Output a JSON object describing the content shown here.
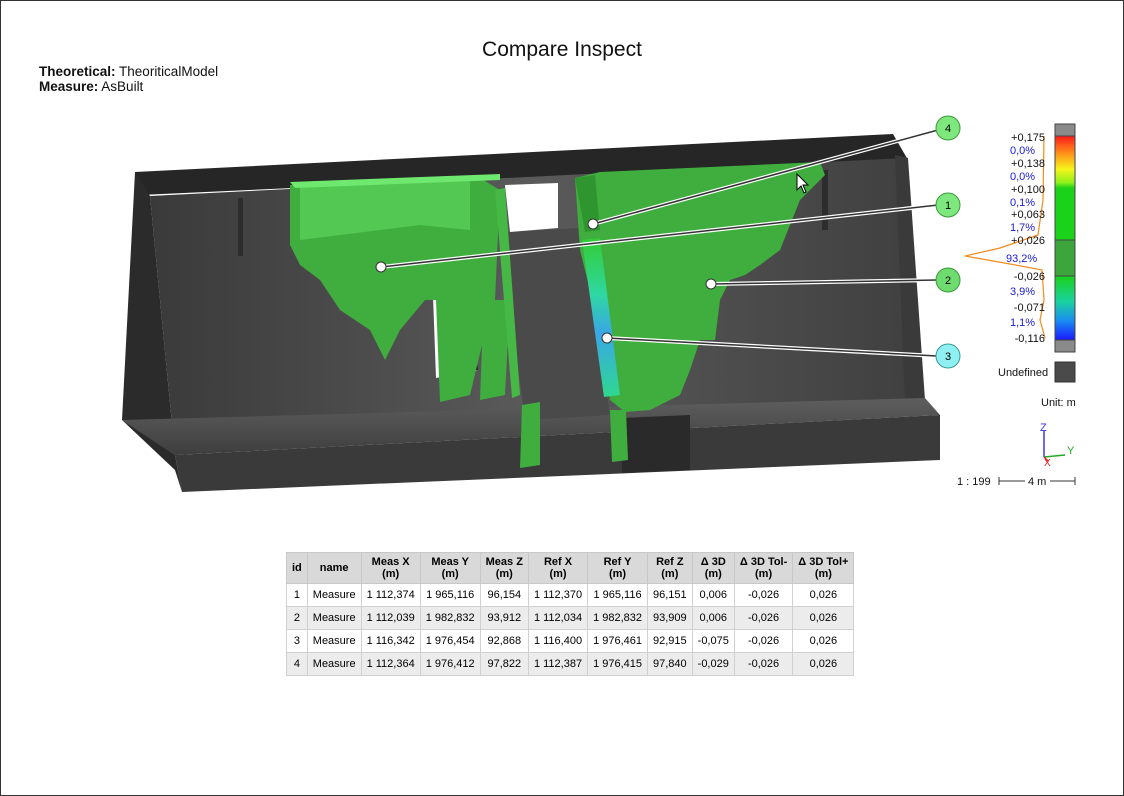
{
  "report": {
    "title": "Compare Inspect",
    "theoretical_label": "Theoretical:",
    "theoretical_value": "TheoriticalModel",
    "measure_label": "Measure:",
    "measure_value": "AsBuilt"
  },
  "legend": {
    "ticks": [
      "+0,175",
      "+0,138",
      "+0,100",
      "+0,063",
      "+0,026",
      "-0,026",
      "-0,071",
      "-0,116"
    ],
    "percents": [
      "0,0%",
      "0,0%",
      "0,1%",
      "1,7%",
      "93,2%",
      "3,9%",
      "1,1%"
    ],
    "undefined_label": "Undefined",
    "unit_label": "Unit: m",
    "colors": {
      "undefined": "#4a4a4a",
      "band": "#3ca53c",
      "histogram": "#f08c1e",
      "percent_text": "#1a1ad2"
    }
  },
  "axes": {
    "z": "Z",
    "y": "Y",
    "x": "X"
  },
  "scale": {
    "ratio": "1 : 199",
    "length": "4 m"
  },
  "markers": [
    {
      "id": "1",
      "color": "#7ee87e"
    },
    {
      "id": "2",
      "color": "#6fdc6f"
    },
    {
      "id": "3",
      "color": "#8ef0f0"
    },
    {
      "id": "4",
      "color": "#7ee87e"
    }
  ],
  "table": {
    "headers": [
      [
        "id",
        ""
      ],
      [
        "name",
        ""
      ],
      [
        "Meas X",
        "(m)"
      ],
      [
        "Meas Y",
        "(m)"
      ],
      [
        "Meas Z",
        "(m)"
      ],
      [
        "Ref X",
        "(m)"
      ],
      [
        "Ref Y",
        "(m)"
      ],
      [
        "Ref Z",
        "(m)"
      ],
      [
        "Δ 3D",
        "(m)"
      ],
      [
        "Δ 3D Tol-",
        "(m)"
      ],
      [
        "Δ 3D Tol+",
        "(m)"
      ]
    ],
    "rows": [
      [
        "1",
        "Measure",
        "1 112,374",
        "1 965,116",
        "96,154",
        "1 112,370",
        "1 965,116",
        "96,151",
        "0,006",
        "-0,026",
        "0,026"
      ],
      [
        "2",
        "Measure",
        "1 112,039",
        "1 982,832",
        "93,912",
        "1 112,034",
        "1 982,832",
        "93,909",
        "0,006",
        "-0,026",
        "0,026"
      ],
      [
        "3",
        "Measure",
        "1 116,342",
        "1 976,454",
        "92,868",
        "1 116,400",
        "1 976,461",
        "92,915",
        "-0,075",
        "-0,026",
        "0,026"
      ],
      [
        "4",
        "Measure",
        "1 112,364",
        "1 976,412",
        "97,822",
        "1 112,387",
        "1 976,415",
        "97,840",
        "-0,029",
        "-0,026",
        "0,026"
      ]
    ]
  }
}
